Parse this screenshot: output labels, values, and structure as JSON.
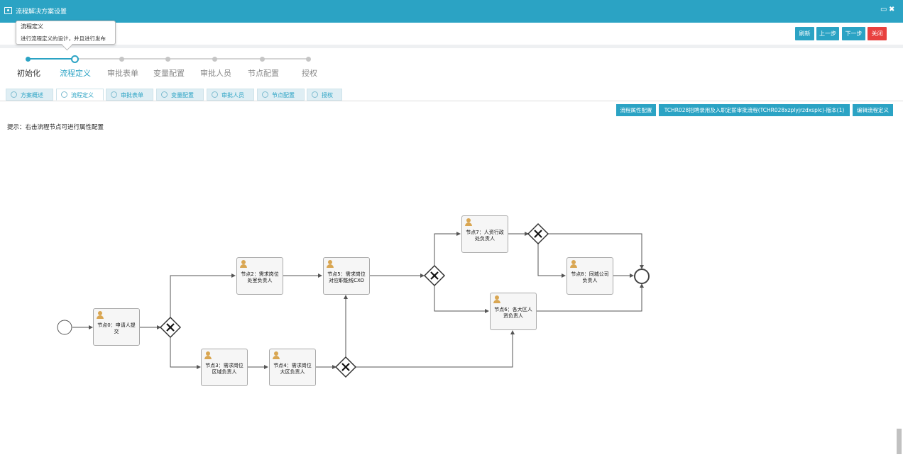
{
  "window": {
    "title": "流程解决方案设置",
    "restore_glyph": "▭",
    "close_glyph": "✖"
  },
  "tooltip": {
    "title": "流程定义",
    "desc": "进行流程定义的设计，并且进行发布"
  },
  "toolbar": {
    "refresh": "刷新",
    "prev": "上一步",
    "next": "下一步",
    "close": "关闭"
  },
  "steps": [
    {
      "label": "初始化",
      "state": "done"
    },
    {
      "label": "流程定义",
      "state": "active"
    },
    {
      "label": "审批表单",
      "state": "todo"
    },
    {
      "label": "变量配置",
      "state": "todo"
    },
    {
      "label": "审批人员",
      "state": "todo"
    },
    {
      "label": "节点配置",
      "state": "todo"
    },
    {
      "label": "授权",
      "state": "todo"
    }
  ],
  "tabs": [
    {
      "label": "方案概述"
    },
    {
      "label": "流程定义",
      "active": true
    },
    {
      "label": "审批表单"
    },
    {
      "label": "变量配置"
    },
    {
      "label": "审批人员"
    },
    {
      "label": "节点配置"
    },
    {
      "label": "授权"
    }
  ],
  "actions": {
    "props": "流程属性配置",
    "version": "TCHR028招聘录用及入职定薪审批流程(TCHR028xzplyjrzdxsplc)-版本(1)",
    "edit": "编辑流程定义"
  },
  "hint": "提示：右击流程节点可进行属性配置",
  "nodes": [
    {
      "id": "n0",
      "l1": "节点0：申请人提",
      "l2": "交"
    },
    {
      "id": "n2",
      "l1": "节点2：需求岗位",
      "l2": "处室负责人"
    },
    {
      "id": "n3",
      "l1": "节点3：需求岗位",
      "l2": "区域负责人"
    },
    {
      "id": "n4",
      "l1": "节点4：需求岗位",
      "l2": "大区负责人"
    },
    {
      "id": "n5",
      "l1": "节点5：需求岗位",
      "l2": "对应职能线CXO"
    },
    {
      "id": "n7",
      "l1": "节点7：人资行政",
      "l2": "处负责人"
    },
    {
      "id": "n6",
      "l1": "节点6：各大区人",
      "l2": "资负责人"
    },
    {
      "id": "n8",
      "l1": "节点8：同城公司",
      "l2": "负责人"
    }
  ],
  "colors": {
    "accent": "#2ba3c4",
    "close": "#e8413f",
    "user_icon": "#d9a652"
  }
}
